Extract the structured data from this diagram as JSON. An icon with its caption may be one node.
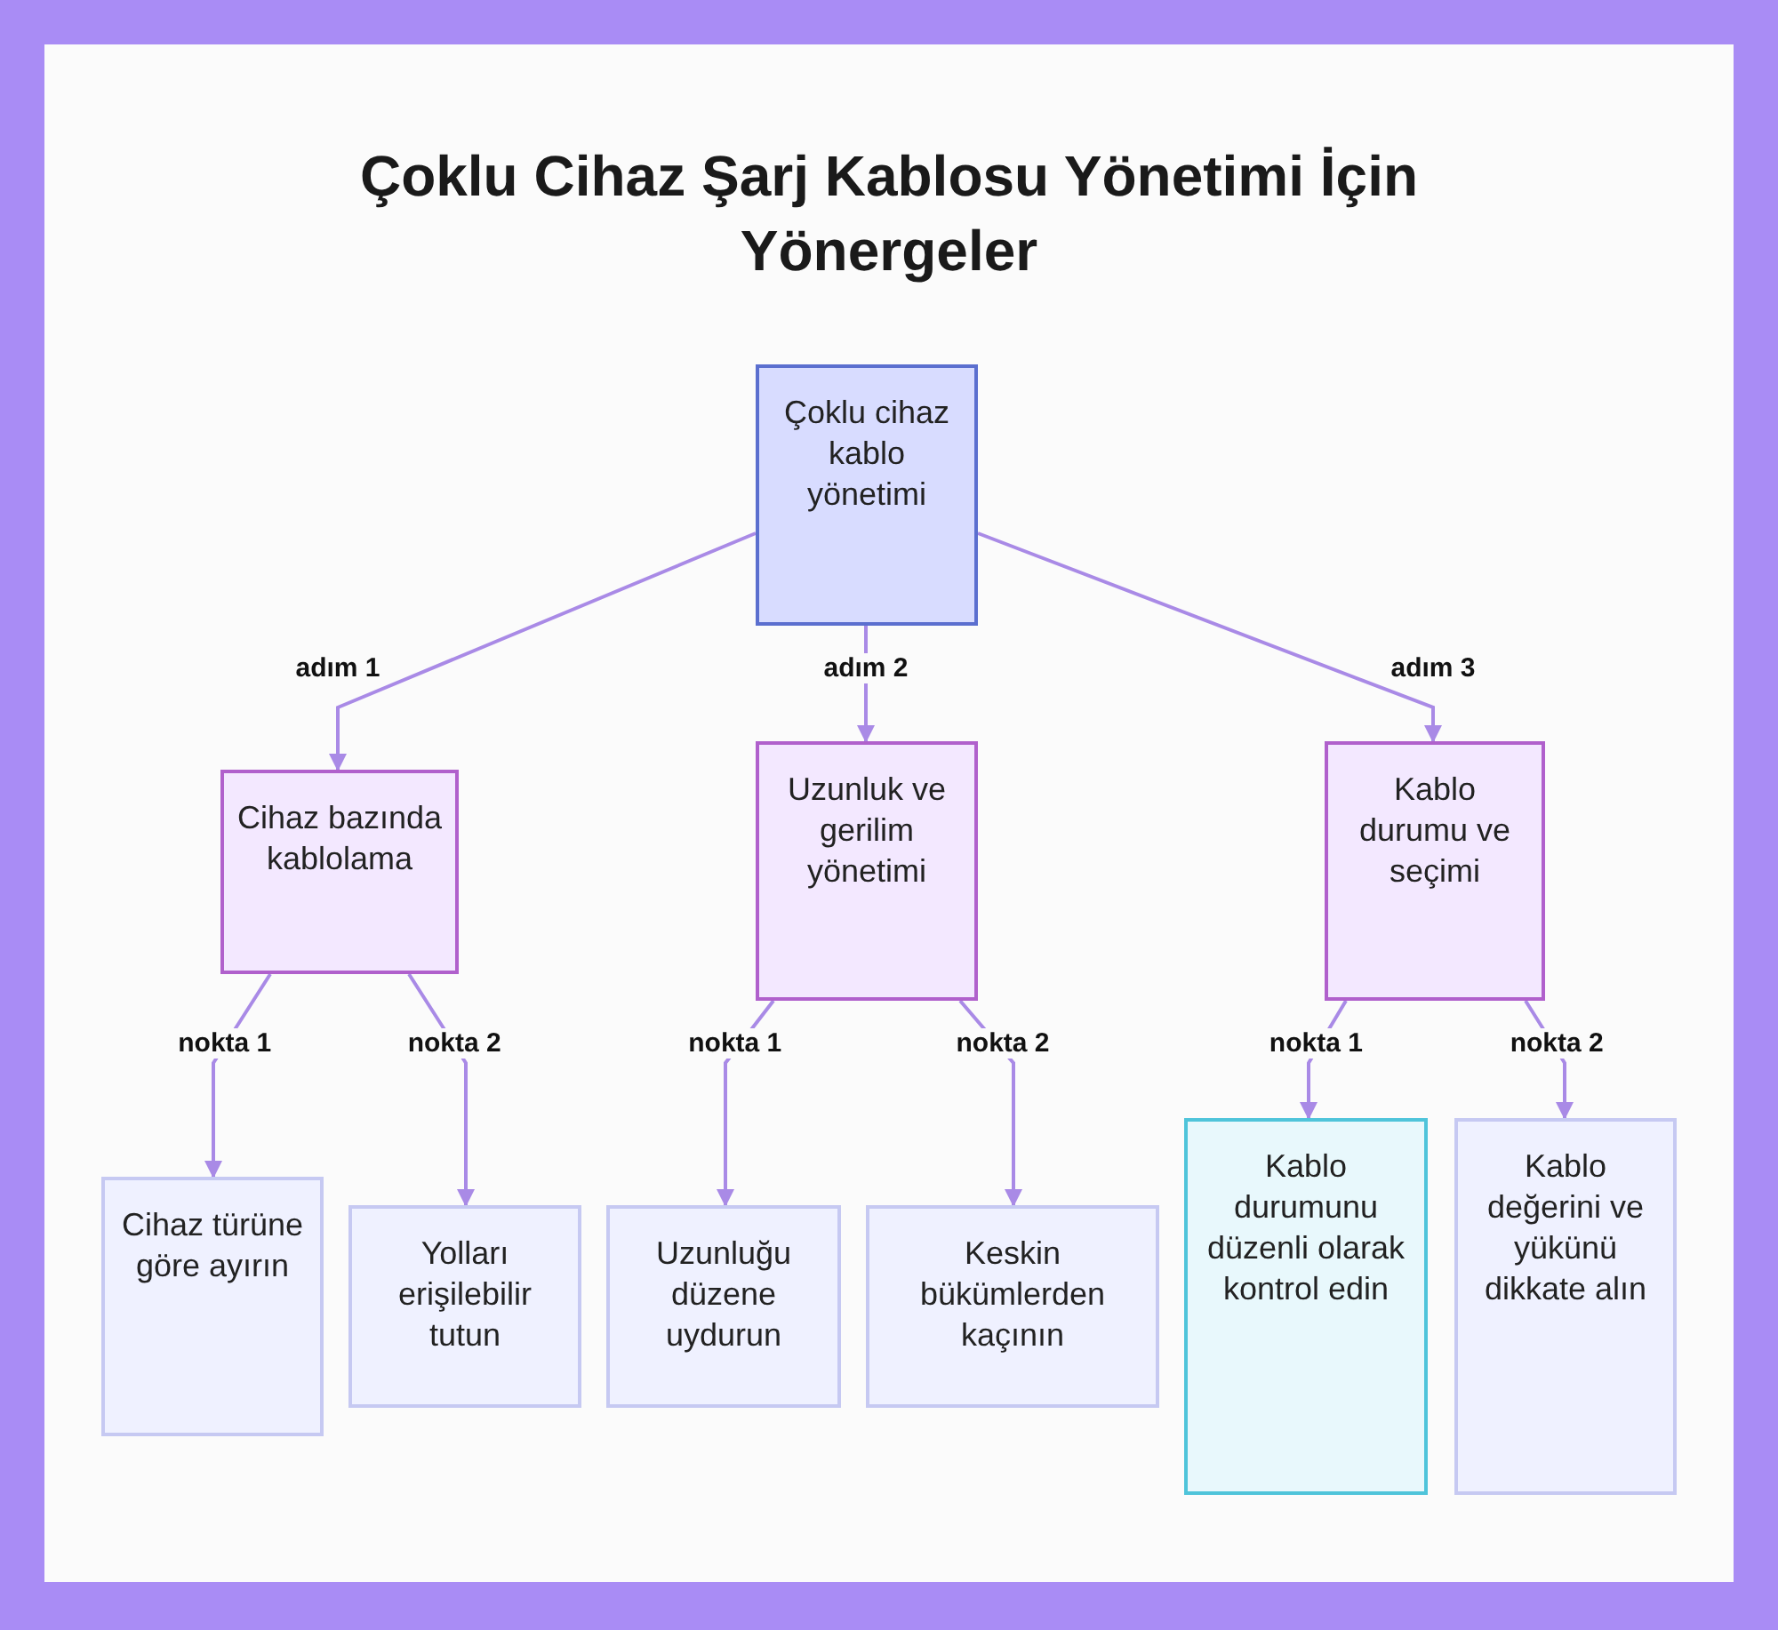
{
  "diagram": {
    "title": "Çoklu Cihaz Şarj Kablosu Yönetimi İçin Yönergeler",
    "nodes": [
      {
        "text": [
          "Çoklu cihaz kablo yönetimi"
        ]
      },
      {
        "text": [
          "Cihaz bazında kablolama"
        ]
      },
      {
        "text": [
          "Uzunluk ve gerilim yönetimi"
        ]
      },
      {
        "text": [
          "Kablo durumu ve seçimi"
        ]
      },
      {
        "text": [
          "Cihaz türüne göre ayırın"
        ]
      },
      {
        "text": [
          "Yolları erişilebilir tutun"
        ]
      },
      {
        "text": [
          "Uzunluğu düzene uydurun"
        ]
      },
      {
        "text": [
          "Keskin bükümlerden kaçının"
        ]
      },
      {
        "text": [
          "Kablo durumunu düzenli olarak kontrol edin"
        ]
      },
      {
        "text": [
          "Kablo değerini ve yükünü dikkate alın"
        ]
      }
    ],
    "edges": [
      {
        "from": 0,
        "to": 1,
        "arrow": "to",
        "label": "adım 1"
      },
      {
        "from": 0,
        "to": 2,
        "arrow": "to",
        "label": "adım 2"
      },
      {
        "from": 0,
        "to": 3,
        "arrow": "to",
        "label": "adım 3"
      },
      {
        "from": 1,
        "to": 4,
        "arrow": "to",
        "label": "nokta 1"
      },
      {
        "from": 1,
        "to": 5,
        "arrow": "to",
        "label": "nokta 2"
      },
      {
        "from": 2,
        "to": 6,
        "arrow": "to",
        "label": "nokta 1"
      },
      {
        "from": 2,
        "to": 7,
        "arrow": "to",
        "label": "nokta 2"
      },
      {
        "from": 3,
        "to": 8,
        "arrow": "to",
        "label": "nokta 1"
      },
      {
        "from": 3,
        "to": 9,
        "arrow": "to",
        "label": "nokta 2"
      }
    ]
  }
}
